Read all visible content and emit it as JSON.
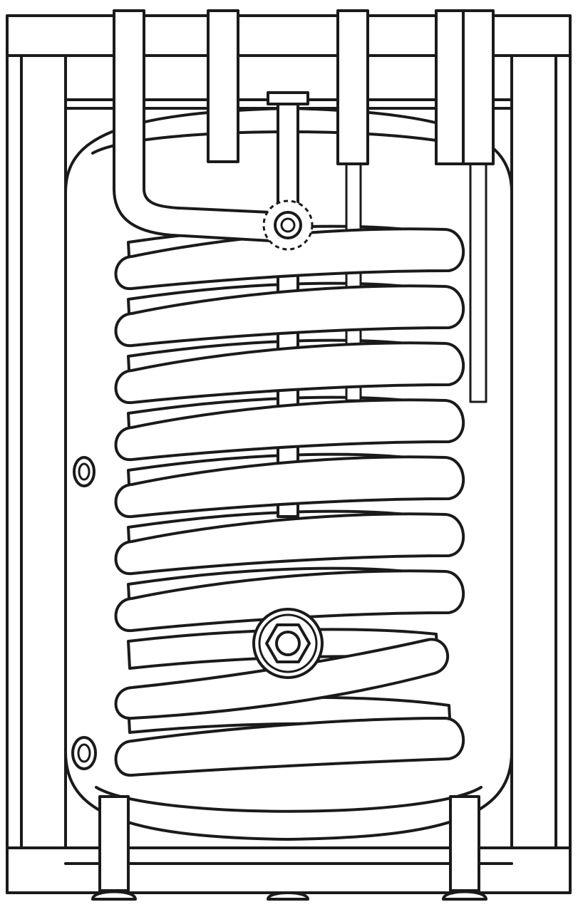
{
  "diagram": {
    "type": "line-drawing",
    "subject": "water-heater-tank-with-coil",
    "colors": {
      "stroke": "#1a1a1a",
      "background": "#ffffff"
    },
    "components": {
      "coil_turns": 9,
      "top_pipes": 4,
      "side_ports": 2,
      "legs": 3
    }
  }
}
